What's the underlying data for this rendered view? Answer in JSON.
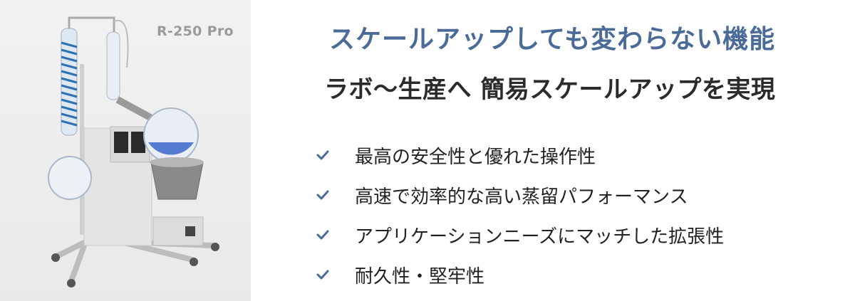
{
  "product": {
    "model": "R-250 Pro",
    "image_icon": "rotary-evaporator-illustration"
  },
  "headline": "スケールアップしても変わらない機能",
  "subheadline": "ラボ〜生産へ 簡易スケールアップを実現",
  "features": [
    {
      "icon": "check-icon",
      "text": "最高の安全性と優れた操作性"
    },
    {
      "icon": "check-icon",
      "text": "高速で効率的な高い蒸留パフォーマンス"
    },
    {
      "icon": "check-icon",
      "text": "アプリケーションニーズにマッチした拡張性"
    },
    {
      "icon": "check-icon",
      "text": "耐久性・堅牢性"
    }
  ],
  "colors": {
    "headline": "#4a6b98",
    "subheadline": "#2b2b2b",
    "check": "#4a6b98",
    "panel_bg": "#eeeeee"
  }
}
